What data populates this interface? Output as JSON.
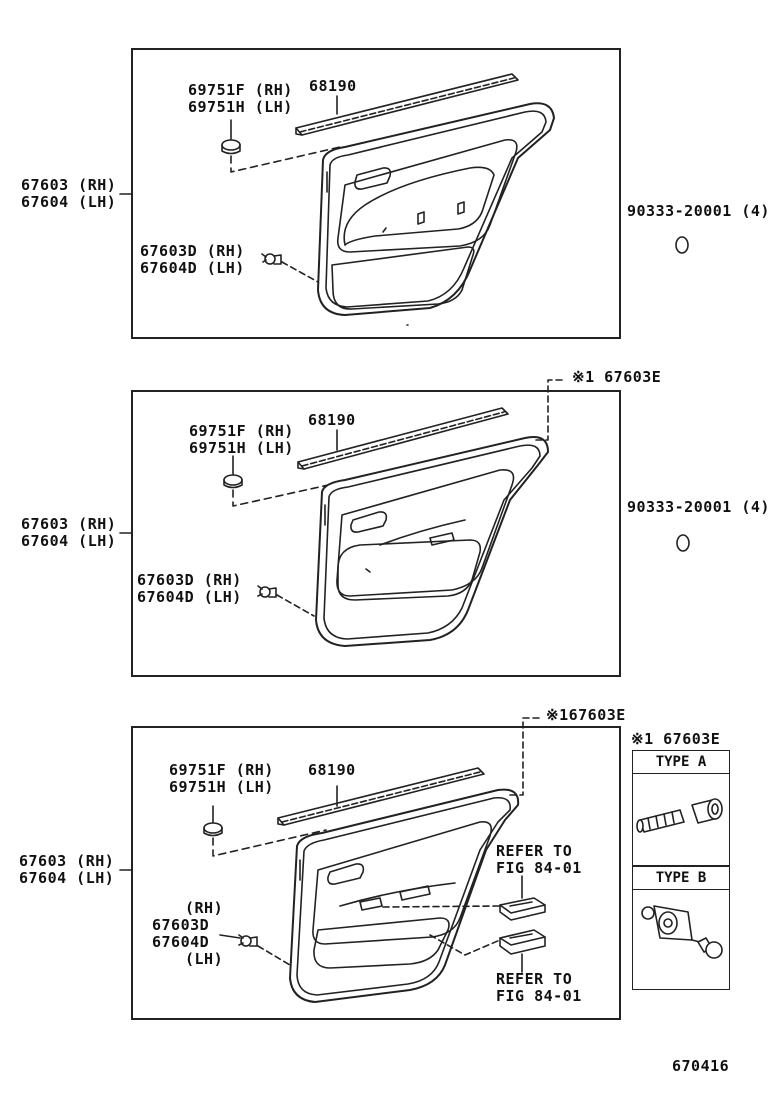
{
  "panel1": {
    "clip_rh": "69751F (RH)",
    "clip_lh": "69751H (LH)",
    "weatherstrip": "68190",
    "trim_rh": "67603 (RH)",
    "trim_lh": "67604 (LH)",
    "fastener_rh": "67603D (RH)",
    "fastener_lh": "67604D (LH)",
    "clip_right": "90333-20001 (4)"
  },
  "panel2": {
    "callout": "※1 67603E",
    "clip_rh": "69751F (RH)",
    "clip_lh": "69751H (LH)",
    "weatherstrip": "68190",
    "trim_rh": "67603 (RH)",
    "trim_lh": "67604 (LH)",
    "fastener_rh": "67603D (RH)",
    "fastener_lh": "67604D (LH)",
    "clip_right": "90333-20001 (4)"
  },
  "panel3": {
    "callout": "※167603E",
    "clip_rh": "69751F (RH)",
    "clip_lh": "69751H (LH)",
    "weatherstrip": "68190",
    "trim_rh": "67603 (RH)",
    "trim_lh": "67604 (LH)",
    "fastener_rh_tag": "(RH)",
    "fastener_rh": "67603D",
    "fastener_lh": "67604D",
    "fastener_lh_tag": "(LH)",
    "refer_top_1": "REFER TO",
    "refer_top_2": "FIG 84-01",
    "refer_bottom_1": "REFER TO",
    "refer_bottom_2": "FIG 84-01"
  },
  "types": {
    "header": "※1 67603E",
    "type_a": "TYPE A",
    "type_b": "TYPE B"
  },
  "figure_number": "670416"
}
